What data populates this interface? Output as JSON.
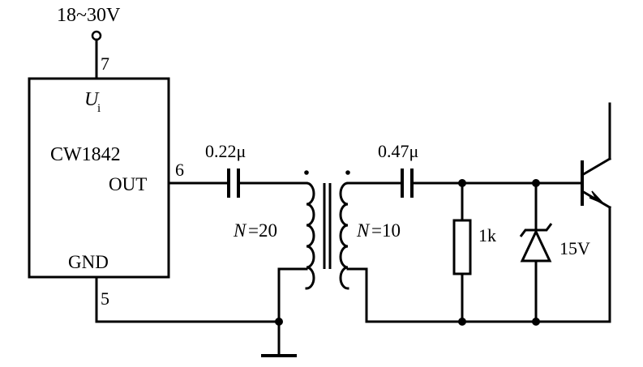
{
  "supply_label": "18~30V",
  "ic": {
    "name": "CW1842",
    "input_label_main": "U",
    "input_label_sub": "i",
    "output_label": "OUT",
    "ground_label": "GND",
    "pin_in": "7",
    "pin_out": "6",
    "pin_gnd": "5"
  },
  "components": {
    "cap1": "0.22μ",
    "cap2": "0.47μ",
    "primary_turns_var": "N",
    "primary_turns_val": "=20",
    "secondary_turns_var": "N",
    "secondary_turns_val": "=10",
    "resistor": "1k",
    "zener": "15V"
  }
}
